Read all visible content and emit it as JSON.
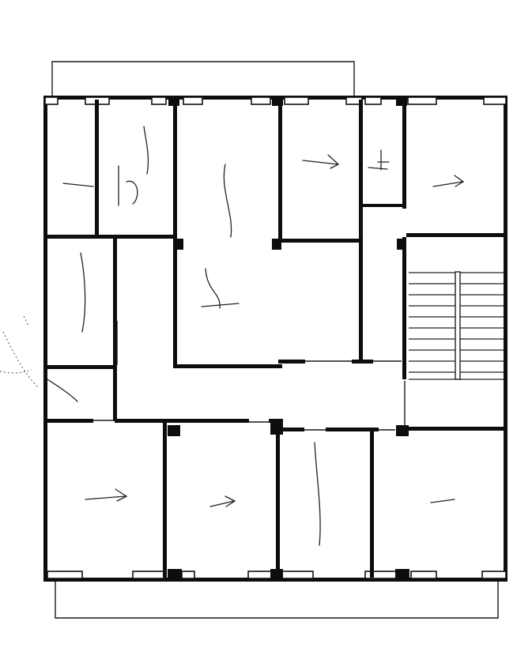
{
  "floor_plan": {
    "rooms": [
      {
        "id": "room-top-left-1"
      },
      {
        "id": "room-top-left-2"
      },
      {
        "id": "room-top-center"
      },
      {
        "id": "room-top-right-1"
      },
      {
        "id": "room-top-right-corridor"
      },
      {
        "id": "room-top-right-2"
      },
      {
        "id": "room-middle-left"
      },
      {
        "id": "room-small-left"
      },
      {
        "id": "corridor-central"
      },
      {
        "id": "stairwell"
      },
      {
        "id": "room-bottom-1"
      },
      {
        "id": "room-bottom-2"
      },
      {
        "id": "room-bottom-3"
      },
      {
        "id": "room-bottom-4"
      }
    ],
    "stair_steps": 10,
    "balconies": [
      "top",
      "bottom"
    ]
  }
}
